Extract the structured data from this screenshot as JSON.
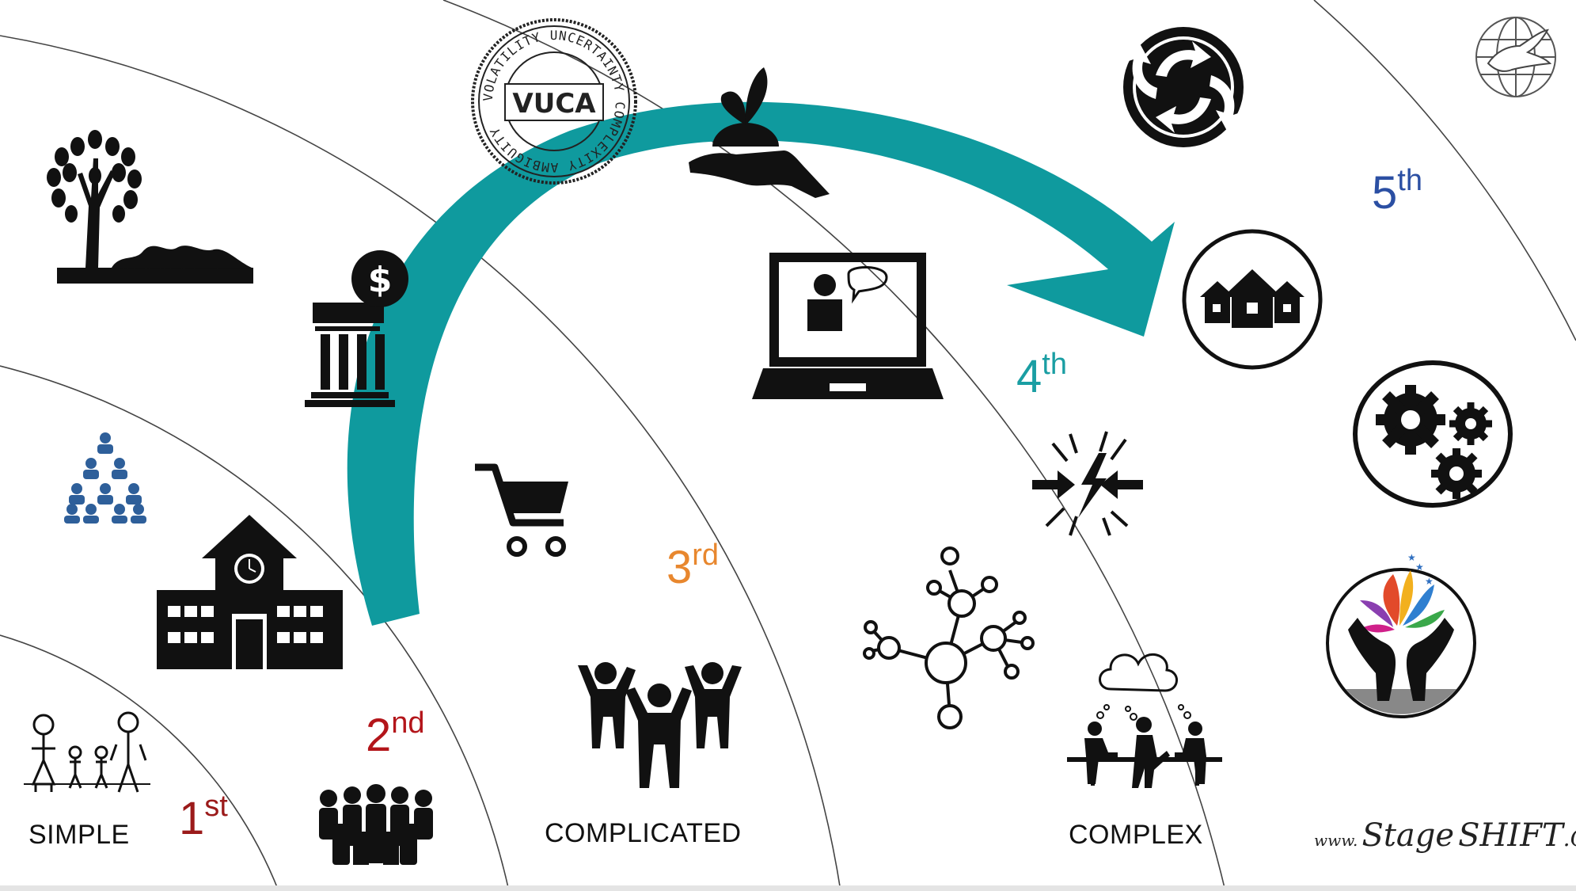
{
  "zones": [
    {
      "label": "SIMPLE",
      "ordinal_num": "1",
      "ordinal_suffix": "st",
      "color": "#9b1a1a"
    },
    {
      "ordinal_num": "2",
      "ordinal_suffix": "nd",
      "color": "#b3151a"
    },
    {
      "label": "COMPLICATED",
      "ordinal_num": "3",
      "ordinal_suffix": "rd",
      "color": "#e8872e"
    },
    {
      "label": "COMPLEX",
      "ordinal_num": "4",
      "ordinal_suffix": "th",
      "color": "#1a9ea3"
    },
    {
      "ordinal_num": "5",
      "ordinal_suffix": "th",
      "color": "#2b4fa3"
    }
  ],
  "vuca_stamp": {
    "center": "VUCA",
    "ring_text": "VOLATILITY UNCERTAINTY COMPLEXITY AMBIGUITY"
  },
  "arrow_color": "#0f9a9e",
  "icons": [
    "family-icon",
    "crowd-icon",
    "school-building-icon",
    "org-chart-icon",
    "bank-icon",
    "tree-icon",
    "vuca-stamp-icon",
    "shopping-cart-icon",
    "cheering-people-icon",
    "hand-plant-icon",
    "laptop-video-call-icon",
    "network-nodes-icon",
    "conflict-icon",
    "team-thinking-icon",
    "recycle-arrows-icon",
    "houses-icon",
    "gears-icon",
    "hands-lotus-icon",
    "globe-dove-icon"
  ],
  "brand": {
    "prefix": "www.",
    "stage": "Stage",
    "shift": "SHIFT",
    "suffix": ".Coach"
  }
}
